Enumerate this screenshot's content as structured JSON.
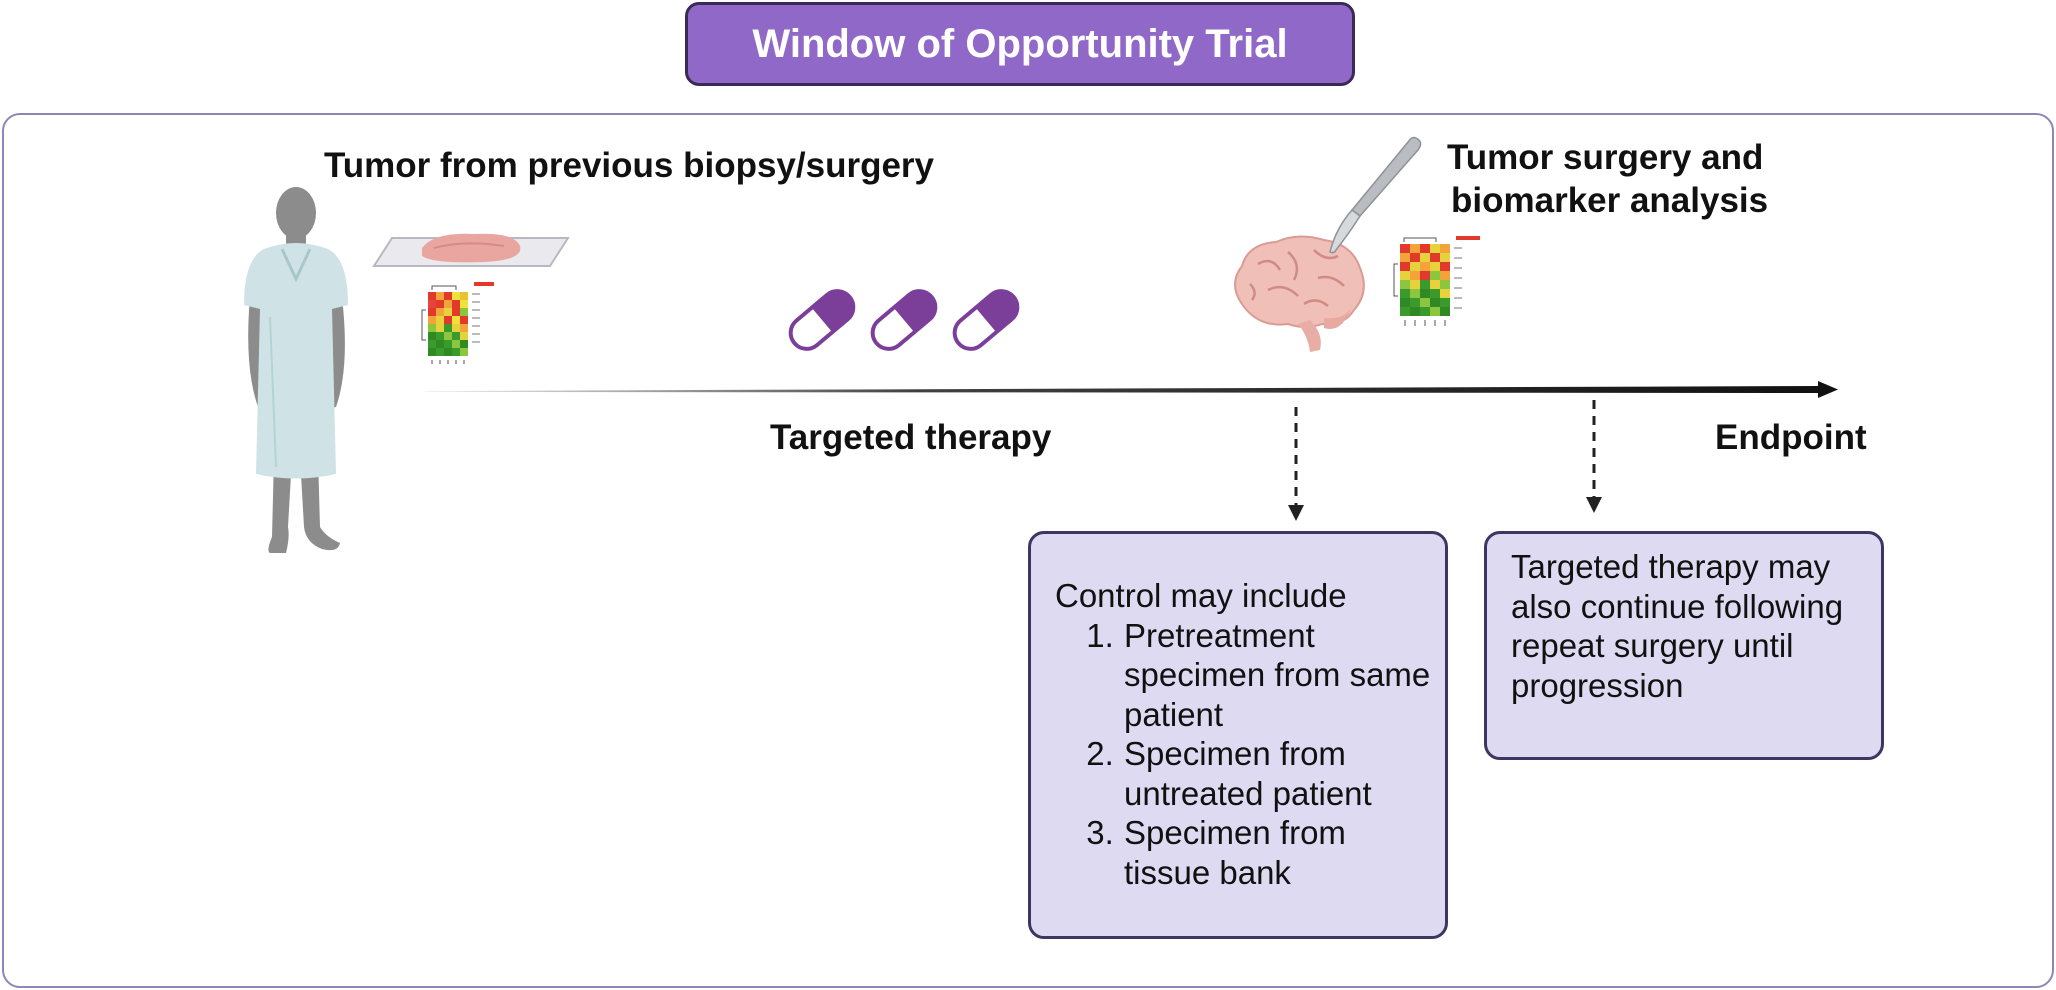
{
  "title": "Window of Opportunity Trial",
  "labels": {
    "tumor_previous": "Tumor from previous biopsy/surgery",
    "tumor_surgery_line1": "Tumor  surgery and",
    "tumor_surgery_line2": "biomarker analysis",
    "targeted_therapy": "Targeted therapy",
    "endpoint": "Endpoint"
  },
  "control_box": {
    "heading": "Control may include",
    "items": [
      "Pretreatment specimen from same patient",
      "Specimen from untreated patient",
      "Specimen from tissue bank"
    ]
  },
  "continue_box": {
    "text": "Targeted therapy may also continue following repeat surgery until progression"
  },
  "colors": {
    "accent": "#9068c8",
    "box_fill": "#dedaf2",
    "box_border": "#3e3563",
    "frame_border": "#8f86b8",
    "pill": "#7b3f9a",
    "gown": "#cfe3e6",
    "person": "#8c8c8c"
  },
  "icons": [
    "patient-icon",
    "tissue-slide-icon",
    "heatmap-icon",
    "pill-icon",
    "brain-icon",
    "scalpel-icon"
  ]
}
